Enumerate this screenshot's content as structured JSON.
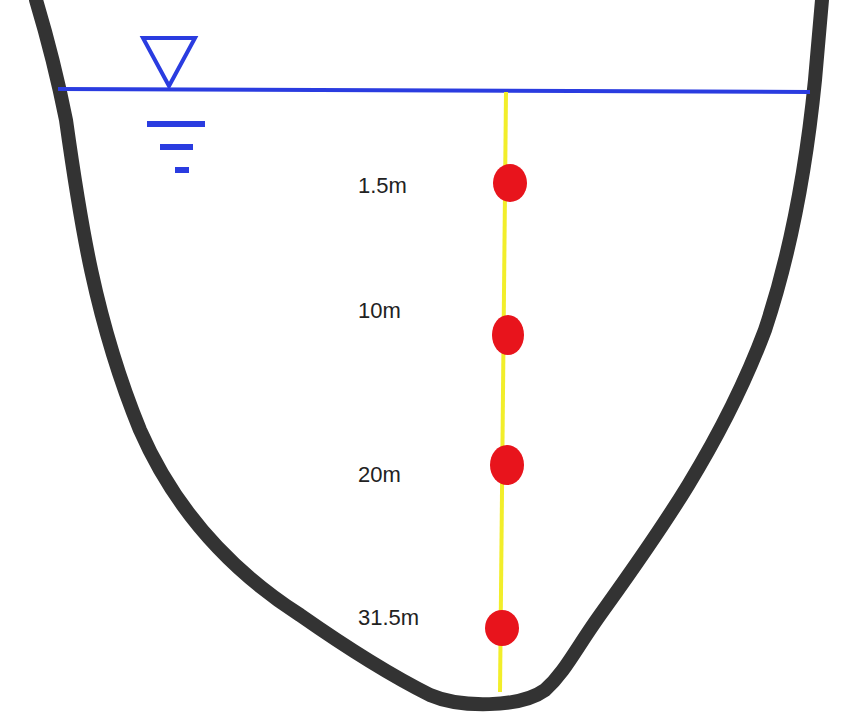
{
  "diagram": {
    "labels": [
      "1.5m",
      "10m",
      "20m",
      "31.5m"
    ]
  }
}
